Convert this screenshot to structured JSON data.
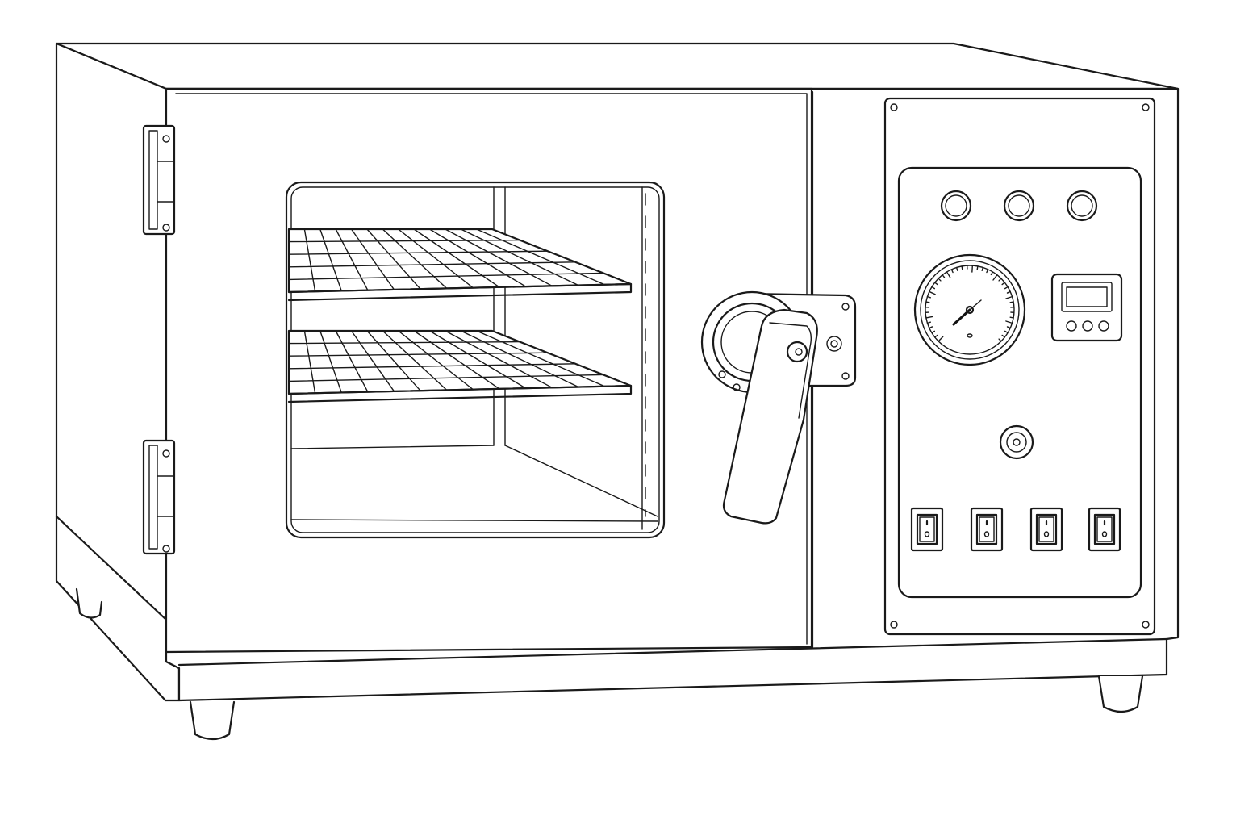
{
  "illustration": {
    "subject": "vacuum-oven",
    "style": "line-art",
    "colors": {
      "stroke": "#1a1a1a",
      "background": "#ffffff"
    }
  },
  "controls": {
    "indicator_lights": 3,
    "rocker_switches": 4,
    "display_buttons": 3,
    "shelves": 2
  }
}
